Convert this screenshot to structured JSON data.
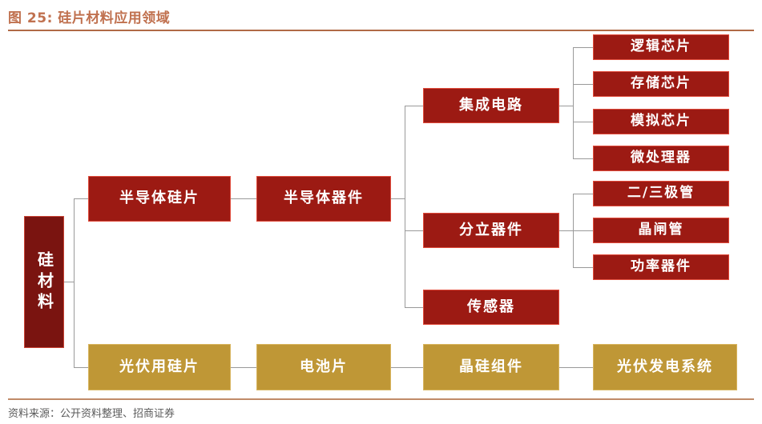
{
  "header": {
    "figure_label": "图 25:",
    "title": "硅片材料应用领域"
  },
  "footer": {
    "source": "资料来源：公开资料整理、招商证券"
  },
  "colors": {
    "title": "#c0714f",
    "rule": "#b06a46",
    "node_red": "#9c1a13",
    "node_dark_red": "#7a1410",
    "node_gold": "#bf9736",
    "connector": "#9a9a9a",
    "node_text": "#ffffff"
  },
  "diagram": {
    "type": "tree",
    "root": {
      "label": "硅材料",
      "orientation": "vertical",
      "color": "node_dark_red"
    },
    "branches": [
      {
        "label": "半导体硅片",
        "color": "node_red",
        "children": [
          {
            "label": "半导体器件",
            "color": "node_red",
            "children": [
              {
                "label": "集成电路",
                "color": "node_red",
                "children": [
                  {
                    "label": "逻辑芯片",
                    "color": "node_red"
                  },
                  {
                    "label": "存储芯片",
                    "color": "node_red"
                  },
                  {
                    "label": "模拟芯片",
                    "color": "node_red"
                  },
                  {
                    "label": "微处理器",
                    "color": "node_red"
                  }
                ]
              },
              {
                "label": "分立器件",
                "color": "node_red",
                "children": [
                  {
                    "label": "二/三极管",
                    "color": "node_red"
                  },
                  {
                    "label": "晶闸管",
                    "color": "node_red"
                  },
                  {
                    "label": "功率器件",
                    "color": "node_red"
                  }
                ]
              },
              {
                "label": "传感器",
                "color": "node_red",
                "children": []
              }
            ]
          }
        ]
      },
      {
        "label": "光伏用硅片",
        "color": "node_gold",
        "children": [
          {
            "label": "电池片",
            "color": "node_gold",
            "children": [
              {
                "label": "晶硅组件",
                "color": "node_gold",
                "children": [
                  {
                    "label": "光伏发电系统",
                    "color": "node_gold"
                  }
                ]
              }
            ]
          }
        ]
      }
    ],
    "nodes": {
      "root": "硅材料",
      "semi_wafer": "半导体硅片",
      "semi_device": "半导体器件",
      "ic": "集成电路",
      "discrete": "分立器件",
      "sensor": "传感器",
      "logic_chip": "逻辑芯片",
      "memory_chip": "存储芯片",
      "analog_chip": "模拟芯片",
      "mpu": "微处理器",
      "diode_transistor": "二/三极管",
      "thyristor": "晶闸管",
      "power_device": "功率器件",
      "pv_wafer": "光伏用硅片",
      "cell": "电池片",
      "module": "晶硅组件",
      "pv_system": "光伏发电系统"
    }
  }
}
